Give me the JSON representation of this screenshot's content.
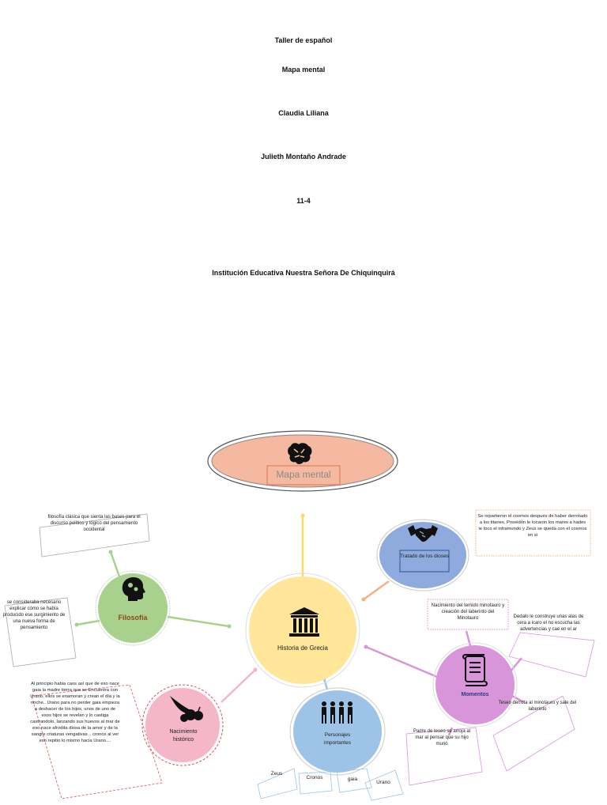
{
  "cover": {
    "course": "Taller de español",
    "work_type": "Mapa mental",
    "teacher": "Claudia Liliana",
    "student": "Julieth Montaño Andrade",
    "grade": "11-4",
    "school": "Institución Educativa Nuestra Señora De Chiquinquirá"
  },
  "mindmap": {
    "title": "Mapa mental",
    "center": "Historia de Grecia",
    "filosofia": {
      "label": "Filosofía",
      "note_top": "filosofía clásica que sienta las bases para el discurso político y lógico del pensamiento occidental",
      "note_left": "se consideraba necesario explicar cómo se había producido ese surgimiento de una nueva forma de pensamiento"
    },
    "tratado": {
      "label": "Tratado de los dioses",
      "note": "Se repartieron el cosmos después de haber derrotado a los titanes, Poseidón le tocaron los mares a hades le toco el inframundo y Zeus se queda con el cosmos en si"
    },
    "momentos": {
      "label": "Momentos",
      "note_1": "Nacimiento del temido minotauro y creación del laberinto del Minotauro",
      "note_2": "Dedalo le construye unas alas de cera a icaro el no escucha las advertencias y cae en el ar",
      "note_3": "Teseo derrota al minotauro y sale del laberinto",
      "note_4": "Padre de teseo se arroja al mar al pensar que su hijo murió"
    },
    "nacimiento": {
      "label": "Nacimiento histórico",
      "note": "Al principio habia caos así que de eso nace gaia la madre tierra que se Encuentra con Urano, ellos se enamoran y crean el día y la noche.. Urano para no perder gaia empieza a deshacer de los hijos, unos de uno de esos hijos se revelan y lo castiga castrandolo, lanzando sus huevos al mar de eso nace afrodita diosa de la amor y de la sangre criaturas vengativas .. cronos al ver eso repitio lo mismo hacia Urano...."
    },
    "personajes": {
      "label": "Personajes importantes",
      "names": [
        "Zeus",
        "Cronos",
        "gaia",
        "Urano"
      ]
    }
  },
  "colors": {
    "title_oval": "#f5b8a0",
    "filosofia": "#a9d18e",
    "center": "#ffe699",
    "tratado": "#8faadc",
    "momentos": "#d995d9",
    "nacimiento": "#f4b6c8",
    "personajes": "#9dc3e6"
  },
  "icons": [
    "brain-icon",
    "head-gears-icon",
    "temple-icon",
    "handshake-icon",
    "scroll-icon",
    "cornucopia-icon",
    "people-icon"
  ]
}
